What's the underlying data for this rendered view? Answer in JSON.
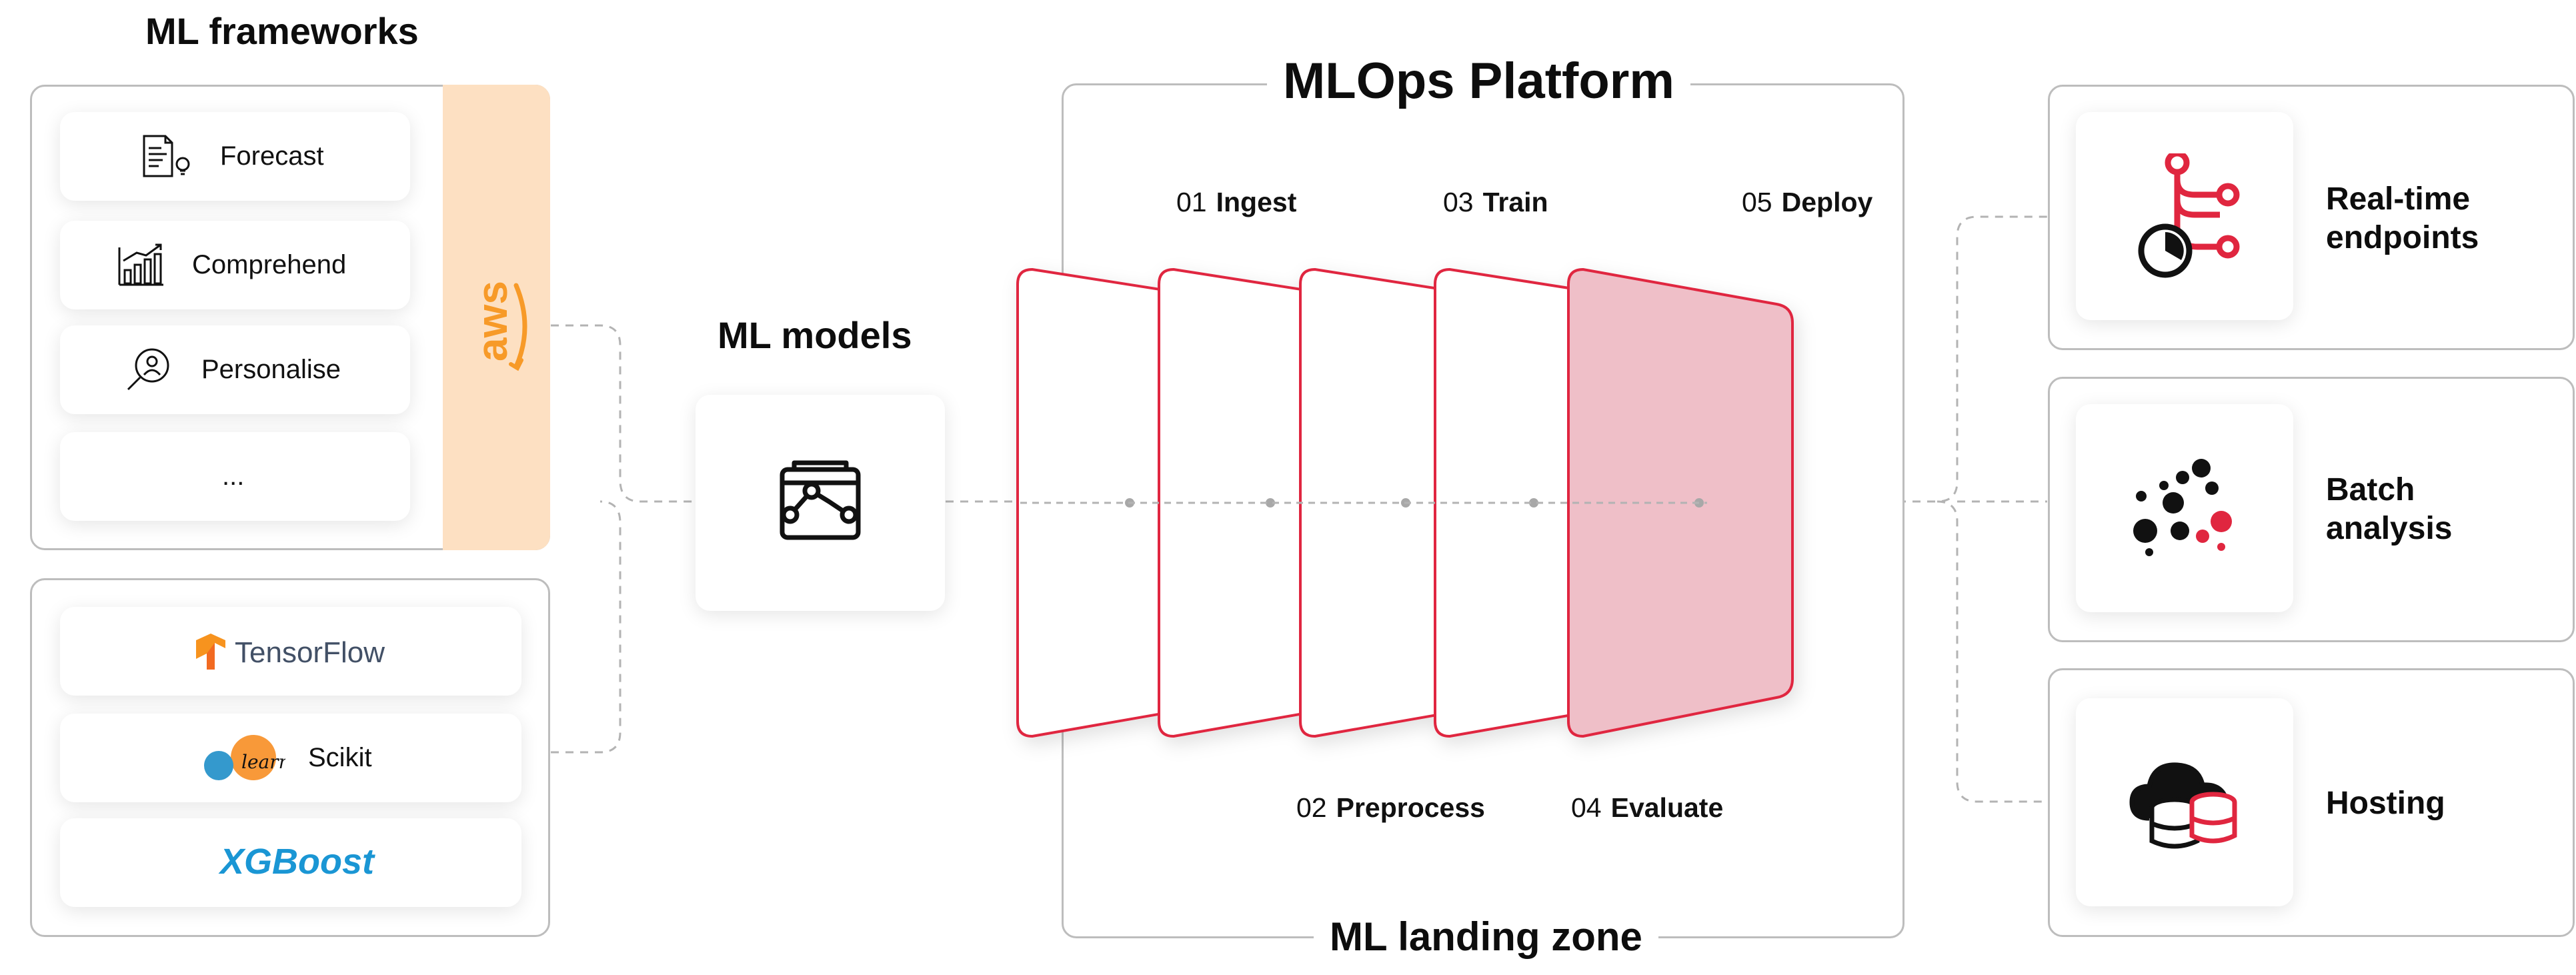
{
  "left": {
    "frameworks_title": "ML frameworks",
    "aws_label": "aws",
    "aws_color": "#f79a28",
    "aws_panel_color": "#fde0c2",
    "aws_services": [
      {
        "icon": "document-lightbulb-icon",
        "label": "Forecast"
      },
      {
        "icon": "bar-chart-growth-icon",
        "label": "Comprehend"
      },
      {
        "icon": "person-search-icon",
        "label": "Personalise"
      },
      {
        "icon": "",
        "label": "..."
      }
    ],
    "open_source": [
      {
        "icon": "tensorflow-logo-icon",
        "label": "TensorFlow"
      },
      {
        "icon": "scikit-learn-logo-icon",
        "label": "Scikit",
        "logo_text": "learn"
      },
      {
        "icon": "xgboost-logo-icon",
        "label": "XGBoost"
      }
    ]
  },
  "models": {
    "title": "ML models",
    "icon": "model-box-icon"
  },
  "platform": {
    "title": "MLOps Platform",
    "footer": "ML landing zone",
    "accent_color": "#e0263f",
    "deploy_fill": "#efbfc8",
    "steps": [
      {
        "num": "01",
        "name": "Ingest"
      },
      {
        "num": "02",
        "name": "Preprocess"
      },
      {
        "num": "03",
        "name": "Train"
      },
      {
        "num": "04",
        "name": "Evaluate"
      },
      {
        "num": "05",
        "name": "Deploy"
      }
    ]
  },
  "outputs": [
    {
      "icon": "branch-timer-icon",
      "label_line1": "Real-time",
      "label_line2": "endpoints"
    },
    {
      "icon": "scatter-dots-icon",
      "label_line1": "Batch",
      "label_line2": "analysis"
    },
    {
      "icon": "cloud-database-icon",
      "label_line1": "Hosting",
      "label_line2": ""
    }
  ]
}
